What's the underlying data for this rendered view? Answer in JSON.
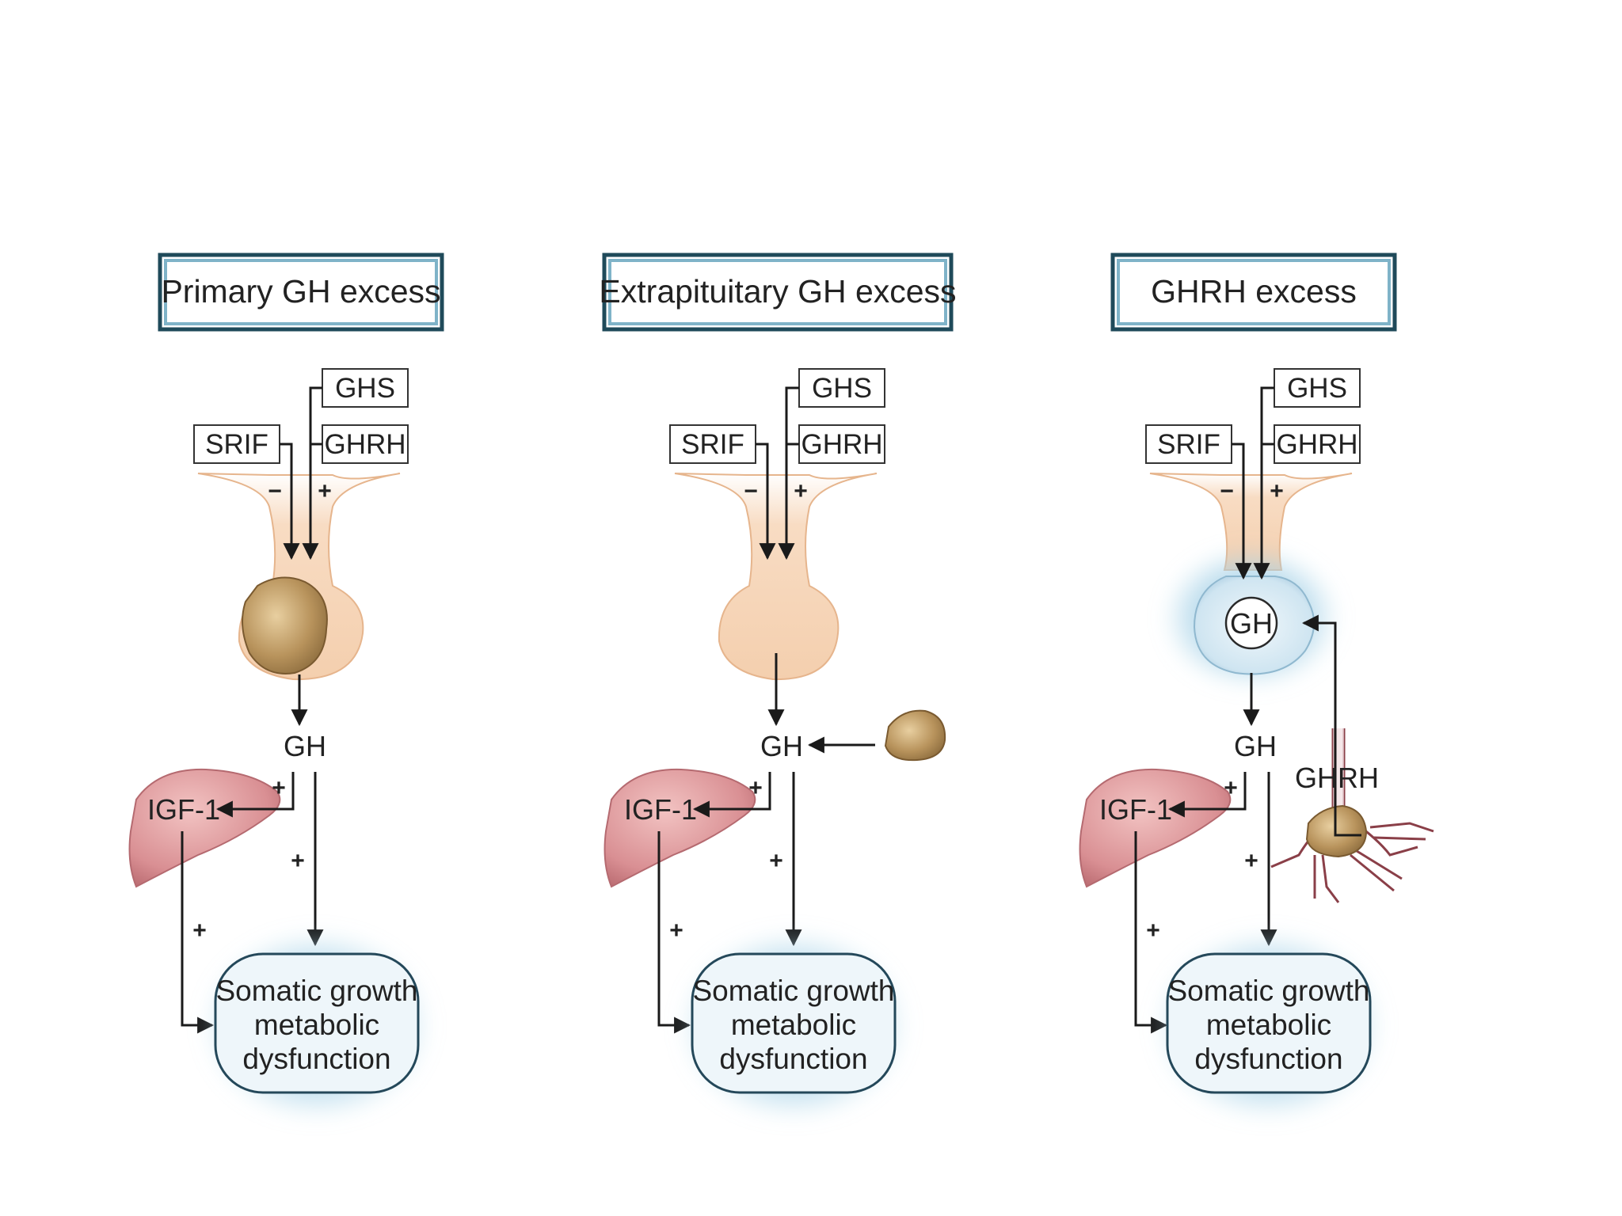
{
  "colors": {
    "title_border": "#1f4a5a",
    "title_inner": "#7fb3c8",
    "pituitary": "#f6d2b2",
    "tumor": "#b7935e",
    "liver": "#d98f93",
    "glow": "#a9d3e8",
    "line": "#1a1a1a"
  },
  "panels": [
    {
      "id": "primary",
      "title": "Primary GH excess",
      "ghs": "GHS",
      "ghrh": "GHRH",
      "srif": "SRIF",
      "minus": "−",
      "plus_stalk": "+",
      "gh": "GH",
      "igf": "IGF-1",
      "plus_igf": "+",
      "plus_gh": "+",
      "plus_liver": "+",
      "outcome": [
        "Somatic growth",
        "metabolic",
        "dysfunction"
      ]
    },
    {
      "id": "extrapituitary",
      "title": "Extrapituitary GH excess",
      "ghs": "GHS",
      "ghrh": "GHRH",
      "srif": "SRIF",
      "minus": "−",
      "plus_stalk": "+",
      "gh": "GH",
      "igf": "IGF-1",
      "plus_igf": "+",
      "plus_gh": "+",
      "plus_liver": "+",
      "outcome": [
        "Somatic growth",
        "metabolic",
        "dysfunction"
      ]
    },
    {
      "id": "ghrh",
      "title": "GHRH excess",
      "ghs": "GHS",
      "ghrh": "GHRH",
      "srif": "SRIF",
      "minus": "−",
      "plus_stalk": "+",
      "gh": "GH",
      "igf": "IGF-1",
      "plus_igf": "+",
      "plus_gh": "+",
      "plus_liver": "+",
      "outcome": [
        "Somatic growth",
        "metabolic",
        "dysfunction"
      ],
      "gh_cell": "GH",
      "ghrh_source": "GHRH"
    }
  ]
}
